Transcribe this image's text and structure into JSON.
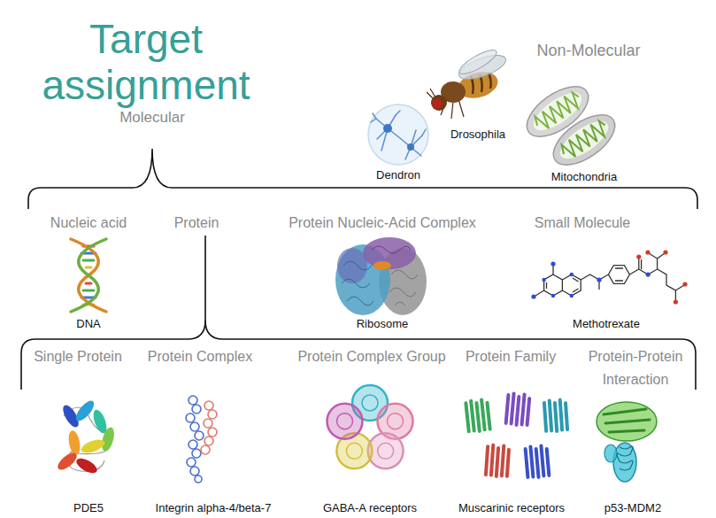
{
  "diagram": {
    "title": "Target assignment",
    "labels": [
      "Molecular",
      "Non-Molecular",
      "Dendron",
      "Drosophila",
      "Mitochondria",
      "Nucleic acid",
      "Protein",
      "Protein Nucleic-Acid Complex",
      "Small Molecule",
      "DNA",
      "Ribosome",
      "Methotrexate",
      "Single Protein",
      "Protein Complex",
      "Protein Complex Group",
      "Protein Family",
      "Protein-Protein Interaction",
      "PDE5",
      "Integrin alpha-4/beta-7",
      "GABA-A receptors",
      "Muscarinic receptors",
      "p53-MDM2"
    ]
  }
}
